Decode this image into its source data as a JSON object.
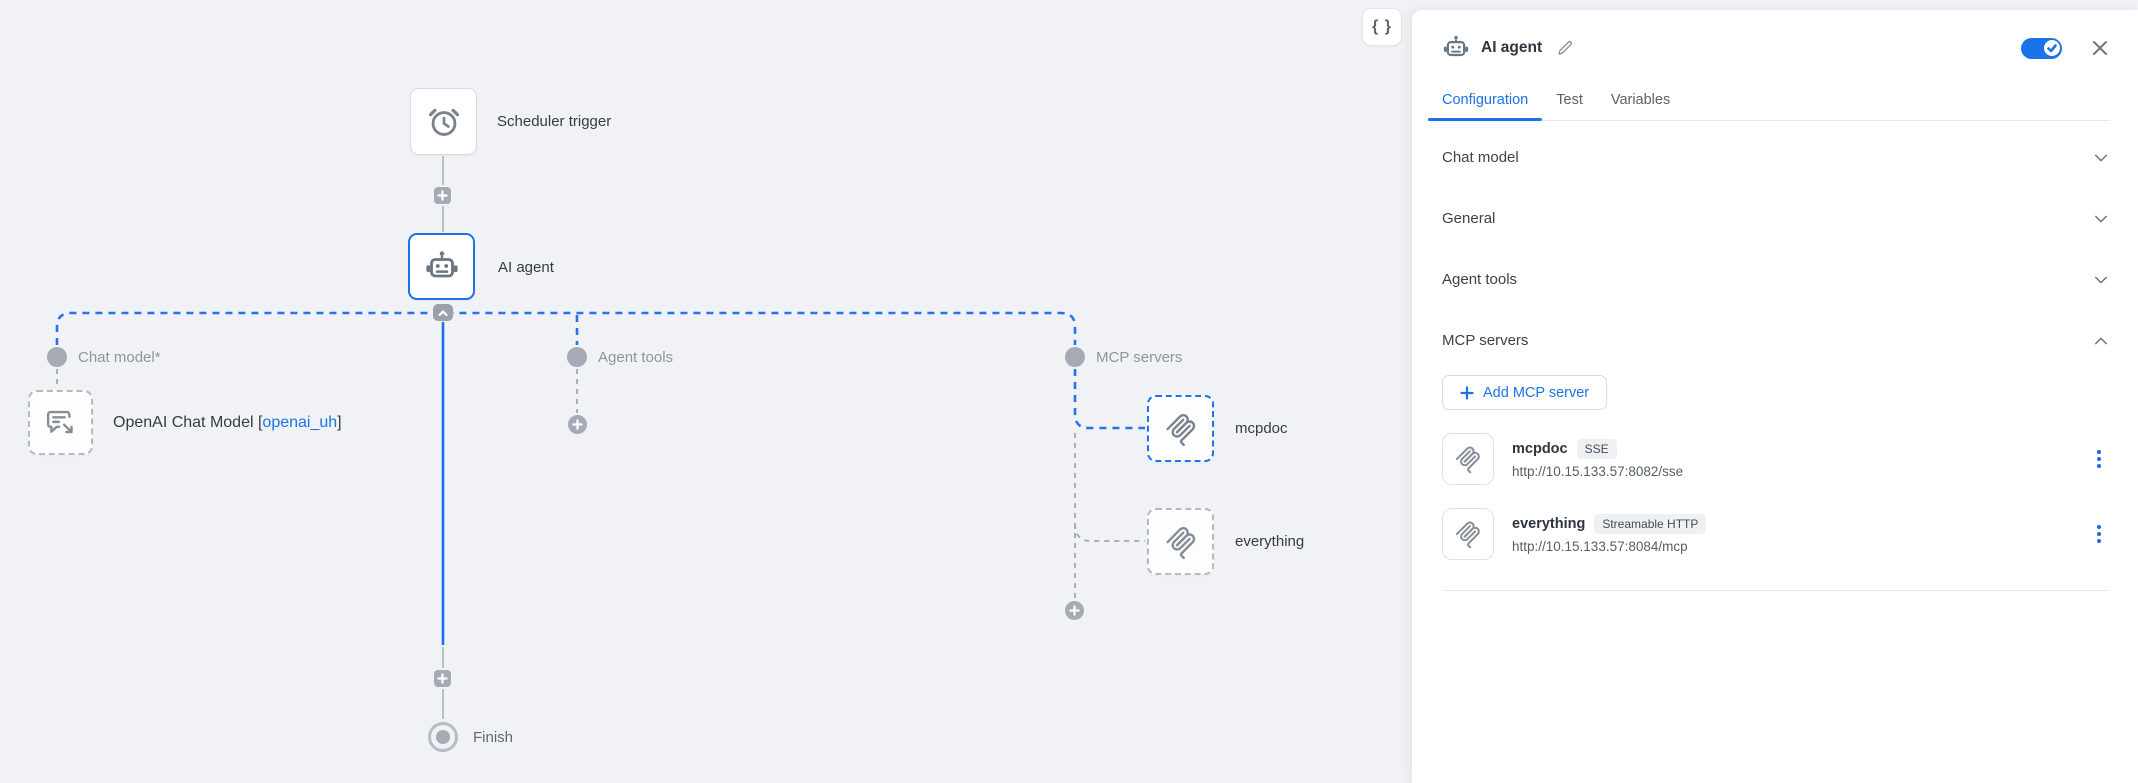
{
  "colors": {
    "accent_blue": "#1a73e8",
    "canvas_background": "#f0f2f5",
    "panel_background": "#ffffff",
    "gray_connector": "#a4abb4",
    "badge_background": "#eef0f3"
  },
  "canvas": {
    "code_button_glyph": "{ }",
    "scheduler_label": "Scheduler trigger",
    "agent_label": "AI agent",
    "ports": {
      "chat_model": "Chat model*",
      "agent_tools": "Agent tools",
      "mcp_servers": "MCP servers"
    },
    "openai_node": {
      "prefix": "OpenAI Chat Model [",
      "credential": "openai_uh",
      "suffix": "]"
    },
    "mcpdoc_label": "mcpdoc",
    "everything_label": "everything",
    "finish_label": "Finish"
  },
  "panel": {
    "title": "AI agent",
    "toggle_on": true,
    "tabs": [
      {
        "label": "Configuration",
        "active": true
      },
      {
        "label": "Test",
        "active": false
      },
      {
        "label": "Variables",
        "active": false
      }
    ],
    "sections": [
      {
        "label": "Chat model",
        "expanded": false
      },
      {
        "label": "General",
        "expanded": false
      },
      {
        "label": "Agent tools",
        "expanded": false
      },
      {
        "label": "MCP servers",
        "expanded": true
      }
    ],
    "mcp": {
      "add_button_label": "Add MCP server",
      "servers": [
        {
          "name": "mcpdoc",
          "badge": "SSE",
          "url": "http://10.15.133.57:8082/sse"
        },
        {
          "name": "everything",
          "badge": "Streamable HTTP",
          "url": "http://10.15.133.57:8084/mcp"
        }
      ]
    }
  }
}
